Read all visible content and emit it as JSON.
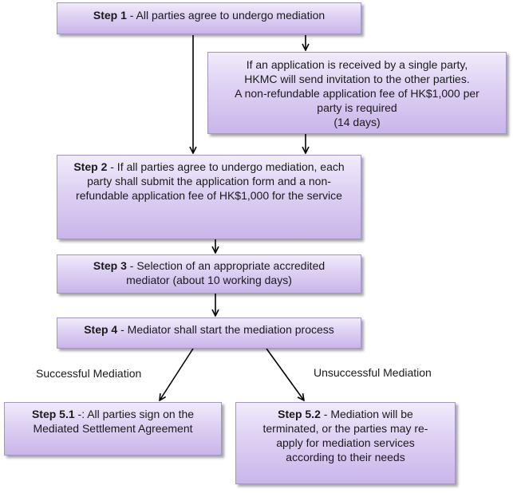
{
  "steps": {
    "step1": {
      "title": "Step 1",
      "text": " - All parties agree to undergo mediation"
    },
    "invitation": {
      "lines": [
        "If an application is received by a single party,",
        "HKMC will send invitation to the other parties.",
        "A non-refundable application fee of HK$1,000 per",
        "party is required",
        "(14 days)"
      ]
    },
    "step2": {
      "title": "Step 2",
      "text": " - If all parties agree to undergo mediation, each party shall submit the application form and a non-refundable application fee of HK$1,000 for the service"
    },
    "step3": {
      "title": "Step 3",
      "text": " - Selection of an appropriate accredited mediator (about 10 working days)"
    },
    "step4": {
      "title": "Step 4",
      "text": " - Mediator shall start the mediation process"
    },
    "step51": {
      "title": "Step 5.1",
      "text": " -: All parties sign on the Mediated Settlement Agreement"
    },
    "step52": {
      "title": "Step 5.2",
      "text": " - Mediation will be terminated, or the parties may re-apply for mediation services according to their needs"
    }
  },
  "branches": {
    "success": "Successful Mediation",
    "failure": "Unsuccessful Mediation"
  }
}
